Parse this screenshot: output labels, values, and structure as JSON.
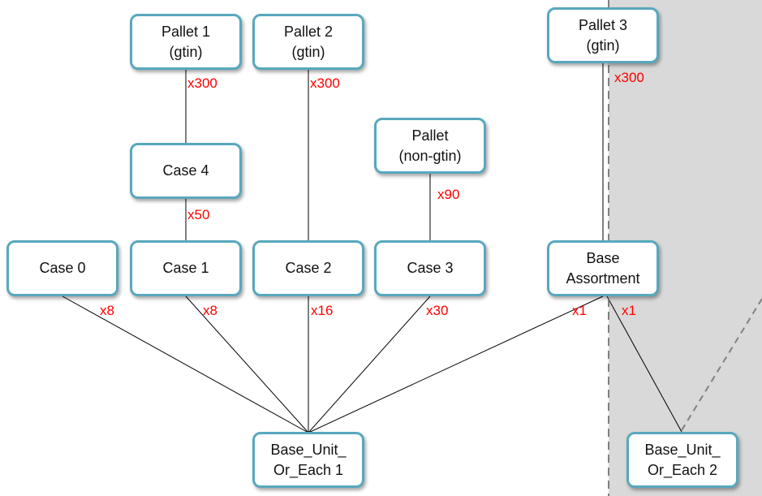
{
  "nodes": {
    "pallet1": {
      "line1": "Pallet 1",
      "line2": "(gtin)"
    },
    "pallet2": {
      "line1": "Pallet 2",
      "line2": "(gtin)"
    },
    "pallet3": {
      "line1": "Pallet 3",
      "line2": "(gtin)"
    },
    "pallet_non_gtin": {
      "line1": "Pallet",
      "line2": "(non-gtin)"
    },
    "case4": {
      "line1": "Case 4"
    },
    "case0": {
      "line1": "Case 0"
    },
    "case1": {
      "line1": "Case 1"
    },
    "case2": {
      "line1": "Case 2"
    },
    "case3": {
      "line1": "Case 3"
    },
    "base_assortment": {
      "line1": "Base",
      "line2": "Assortment"
    },
    "base_unit_1": {
      "line1": "Base_Unit_",
      "line2": "Or_Each 1"
    },
    "base_unit_2": {
      "line1": "Base_Unit_",
      "line2": "Or_Each 2"
    }
  },
  "multipliers": {
    "pallet1_case4": "x300",
    "pallet2_case2": "x300",
    "pallet3_assortment": "x300",
    "pallet_non_gtin_case3": "x90",
    "case4_case1": "x50",
    "case0_unit1": "x8",
    "case1_unit1": "x8",
    "case2_unit1": "x16",
    "case3_unit1": "x30",
    "assortment_unit1": "x1",
    "assortment_unit2": "x1"
  },
  "colors": {
    "node_border": "#58a8bd",
    "multiplier_text": "#ff0000",
    "shaded_region": "#d9d9d9",
    "connector": "#000000",
    "dashed_connector": "#808080"
  }
}
